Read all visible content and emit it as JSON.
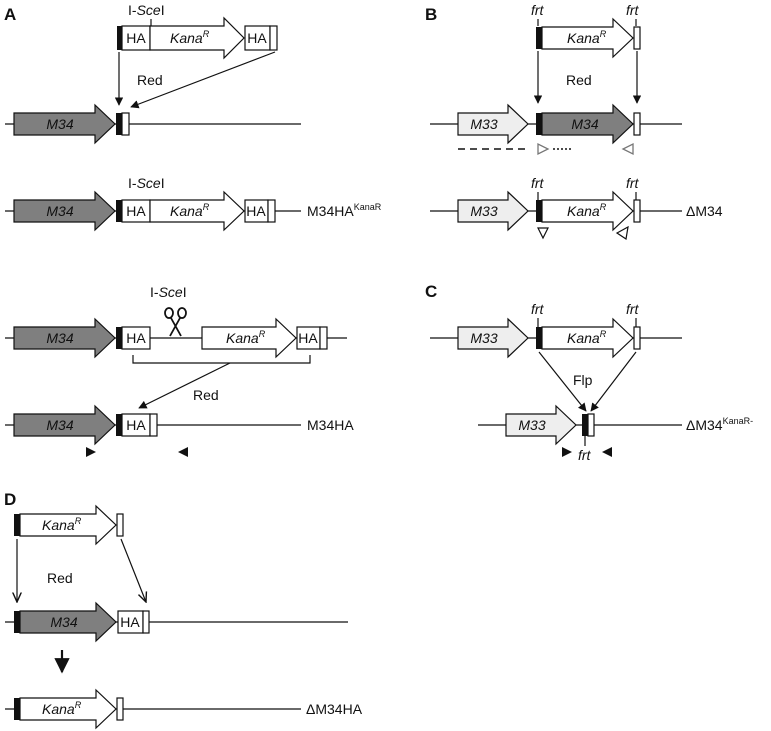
{
  "panels": {
    "a": "A",
    "b": "B",
    "c": "C",
    "d": "D"
  },
  "labels": {
    "sce_prefix": "I-",
    "sce_italic": "Sce",
    "sce_suffix": "I",
    "ha": "HA",
    "kana": "Kana",
    "kana_sup": "R",
    "m33": "M33",
    "m34": "M34",
    "red": "Red",
    "frt": "frt",
    "flp": "Flp"
  },
  "constructs": {
    "m34ha_kanar": "M34HA",
    "m34ha_kanar_sup": "KanaR",
    "m34ha": "M34HA",
    "delta_m34": "ΔM34",
    "delta_m34_kanar_minus": "ΔM34",
    "delta_m34_kanar_minus_sup": "KanaR-",
    "delta_m34ha": "ΔM34HA"
  },
  "colors": {
    "gene_gray": "#7f7f7f",
    "m33_fill": "#eeeeee",
    "primer_open": "#999999",
    "line": "#111111"
  }
}
